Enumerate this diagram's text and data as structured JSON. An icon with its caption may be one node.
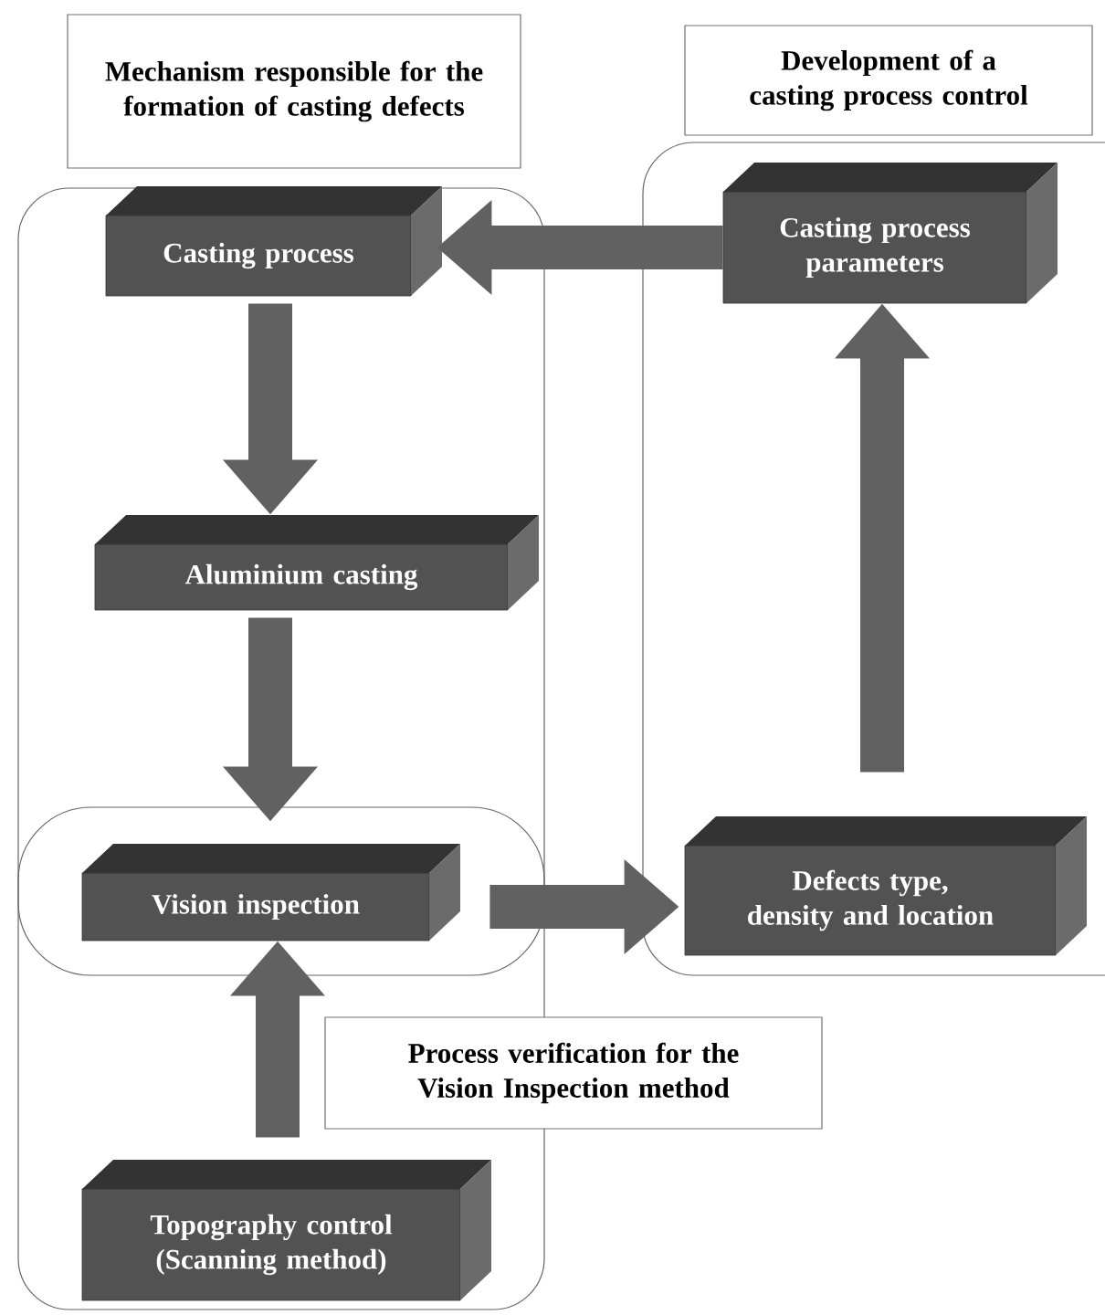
{
  "diagram": {
    "nodes": [
      {
        "text": [
          "Mechanism responsible for the formation of casting defects"
        ]
      },
      {
        "text": [
          "Development of a casting process control"
        ]
      },
      {
        "text": [],
        "shape": "box"
      },
      {
        "text": [],
        "shape": "box"
      },
      {
        "text": [
          "Casting process"
        ],
        "in": 2
      },
      {
        "text": [
          "Casting process parameters"
        ],
        "in": 3
      },
      {
        "text": [
          "Aluminium casting"
        ],
        "in": 2
      },
      {
        "text": [],
        "shape": "box",
        "in": 2
      },
      {
        "text": [
          "Vision inspection"
        ],
        "in": 7
      },
      {
        "text": [
          "Defects type, density and location"
        ],
        "in": 3
      },
      {
        "text": [
          "Process verification for the Vision Inspection  method"
        ]
      },
      {
        "text": [
          "Topography control (Scanning method)"
        ],
        "in": 2
      }
    ],
    "edges": [
      {
        "from": 5,
        "to": 4,
        "arrow": "to"
      },
      {
        "from": 4,
        "to": 6,
        "arrow": "to"
      },
      {
        "from": 6,
        "to": 8,
        "arrow": "to"
      },
      {
        "from": 11,
        "to": 8,
        "arrow": "to"
      },
      {
        "from": 8,
        "to": 9,
        "arrow": "to"
      },
      {
        "from": 9,
        "to": 5,
        "arrow": "to"
      }
    ]
  }
}
